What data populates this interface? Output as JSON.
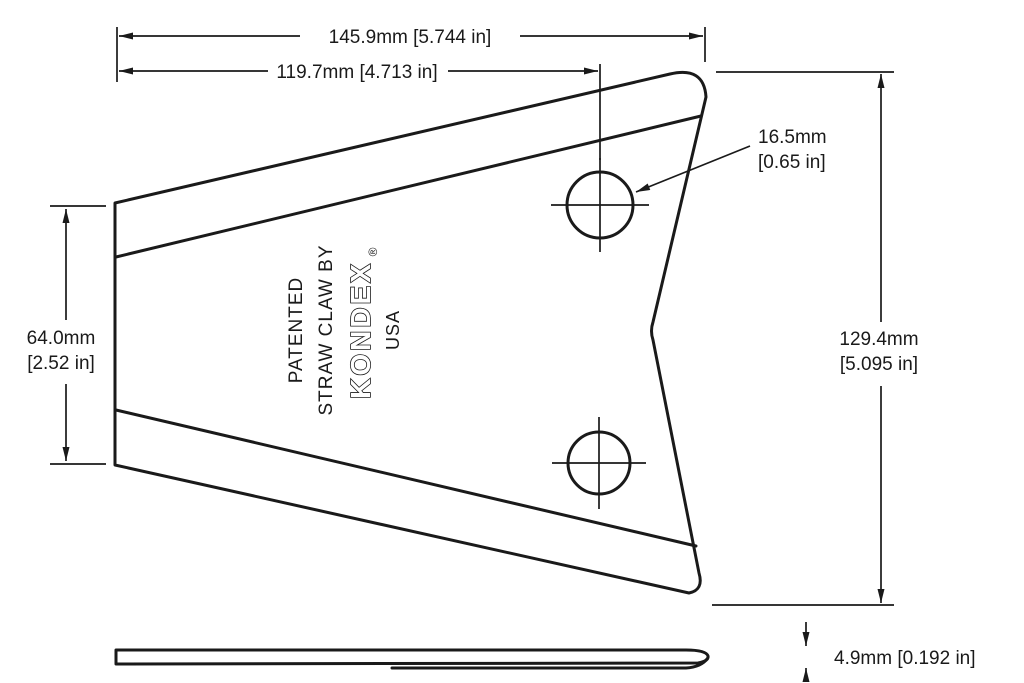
{
  "drawing": {
    "type": "technical-drawing",
    "part": "straw claw plate",
    "colors": {
      "line": "#1a1a1a",
      "background": "#ffffff"
    },
    "dimensions": {
      "overall_width": "145.9mm [5.744 in]",
      "hole_center_width": "119.7mm [4.713 in]",
      "hole_diameter_mm": "16.5mm",
      "hole_diameter_in": "[0.65 in]",
      "left_height_mm": "64.0mm",
      "left_height_in": "[2.52 in]",
      "right_height_mm": "129.4mm",
      "right_height_in": "[5.095 in]",
      "thickness": "4.9mm [0.192 in]"
    },
    "part_label": {
      "patented": "PATENTED",
      "straw_claw": "STRAW CLAW BY",
      "brand": "KONDEX",
      "reg": "®",
      "usa": "USA"
    }
  }
}
